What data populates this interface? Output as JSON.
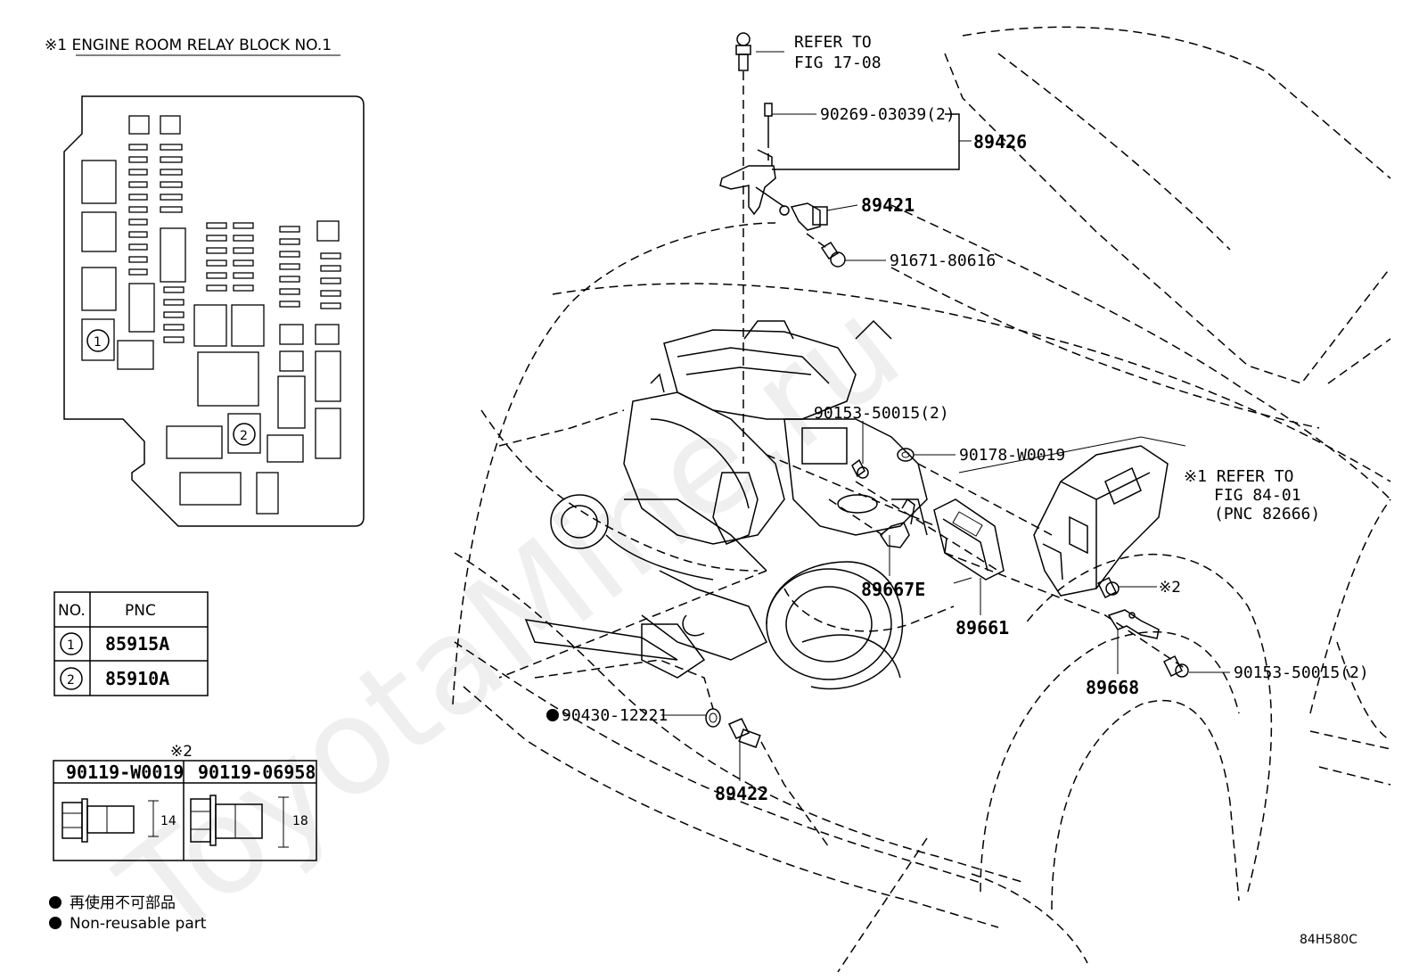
{
  "relay_block": {
    "title": "※1 ENGINE ROOM RELAY BLOCK NO.1",
    "marker_1": "1",
    "marker_2": "2"
  },
  "pnc_table": {
    "header_no": "NO.",
    "header_pnc": "PNC",
    "rows": [
      {
        "no": "1",
        "pnc": "85915A"
      },
      {
        "no": "2",
        "pnc": "85910A"
      }
    ]
  },
  "bolt_table": {
    "mark": "※2",
    "columns": [
      {
        "part": "90119-W0019",
        "dim": "14"
      },
      {
        "part": "90119-06958",
        "dim": "18"
      }
    ]
  },
  "legend": {
    "line_1": "再使用不可部品",
    "line_2": "Non-reusable part"
  },
  "callouts": {
    "refer_fig_17": [
      "REFER TO",
      "FIG 17-08"
    ],
    "p_90269": "90269-03039(2)",
    "p_89426": "89426",
    "p_89421": "89421",
    "p_91671": "91671-80616",
    "p_90153_upper": "90153-50015(2)",
    "p_90178": "90178-W0019",
    "refer_fig_84": [
      "※1 REFER TO",
      "FIG 84-01",
      "(PNC 82666)"
    ],
    "mark_2": "※2",
    "p_89667e": "89667E",
    "p_89661": "89661",
    "p_89668": "89668",
    "p_90153_lower": "90153-50015(2)",
    "p_90430": "90430-12221",
    "p_89422": "89422"
  },
  "diagram_code": "84H580C",
  "watermark": "ToyotaMine.ru"
}
